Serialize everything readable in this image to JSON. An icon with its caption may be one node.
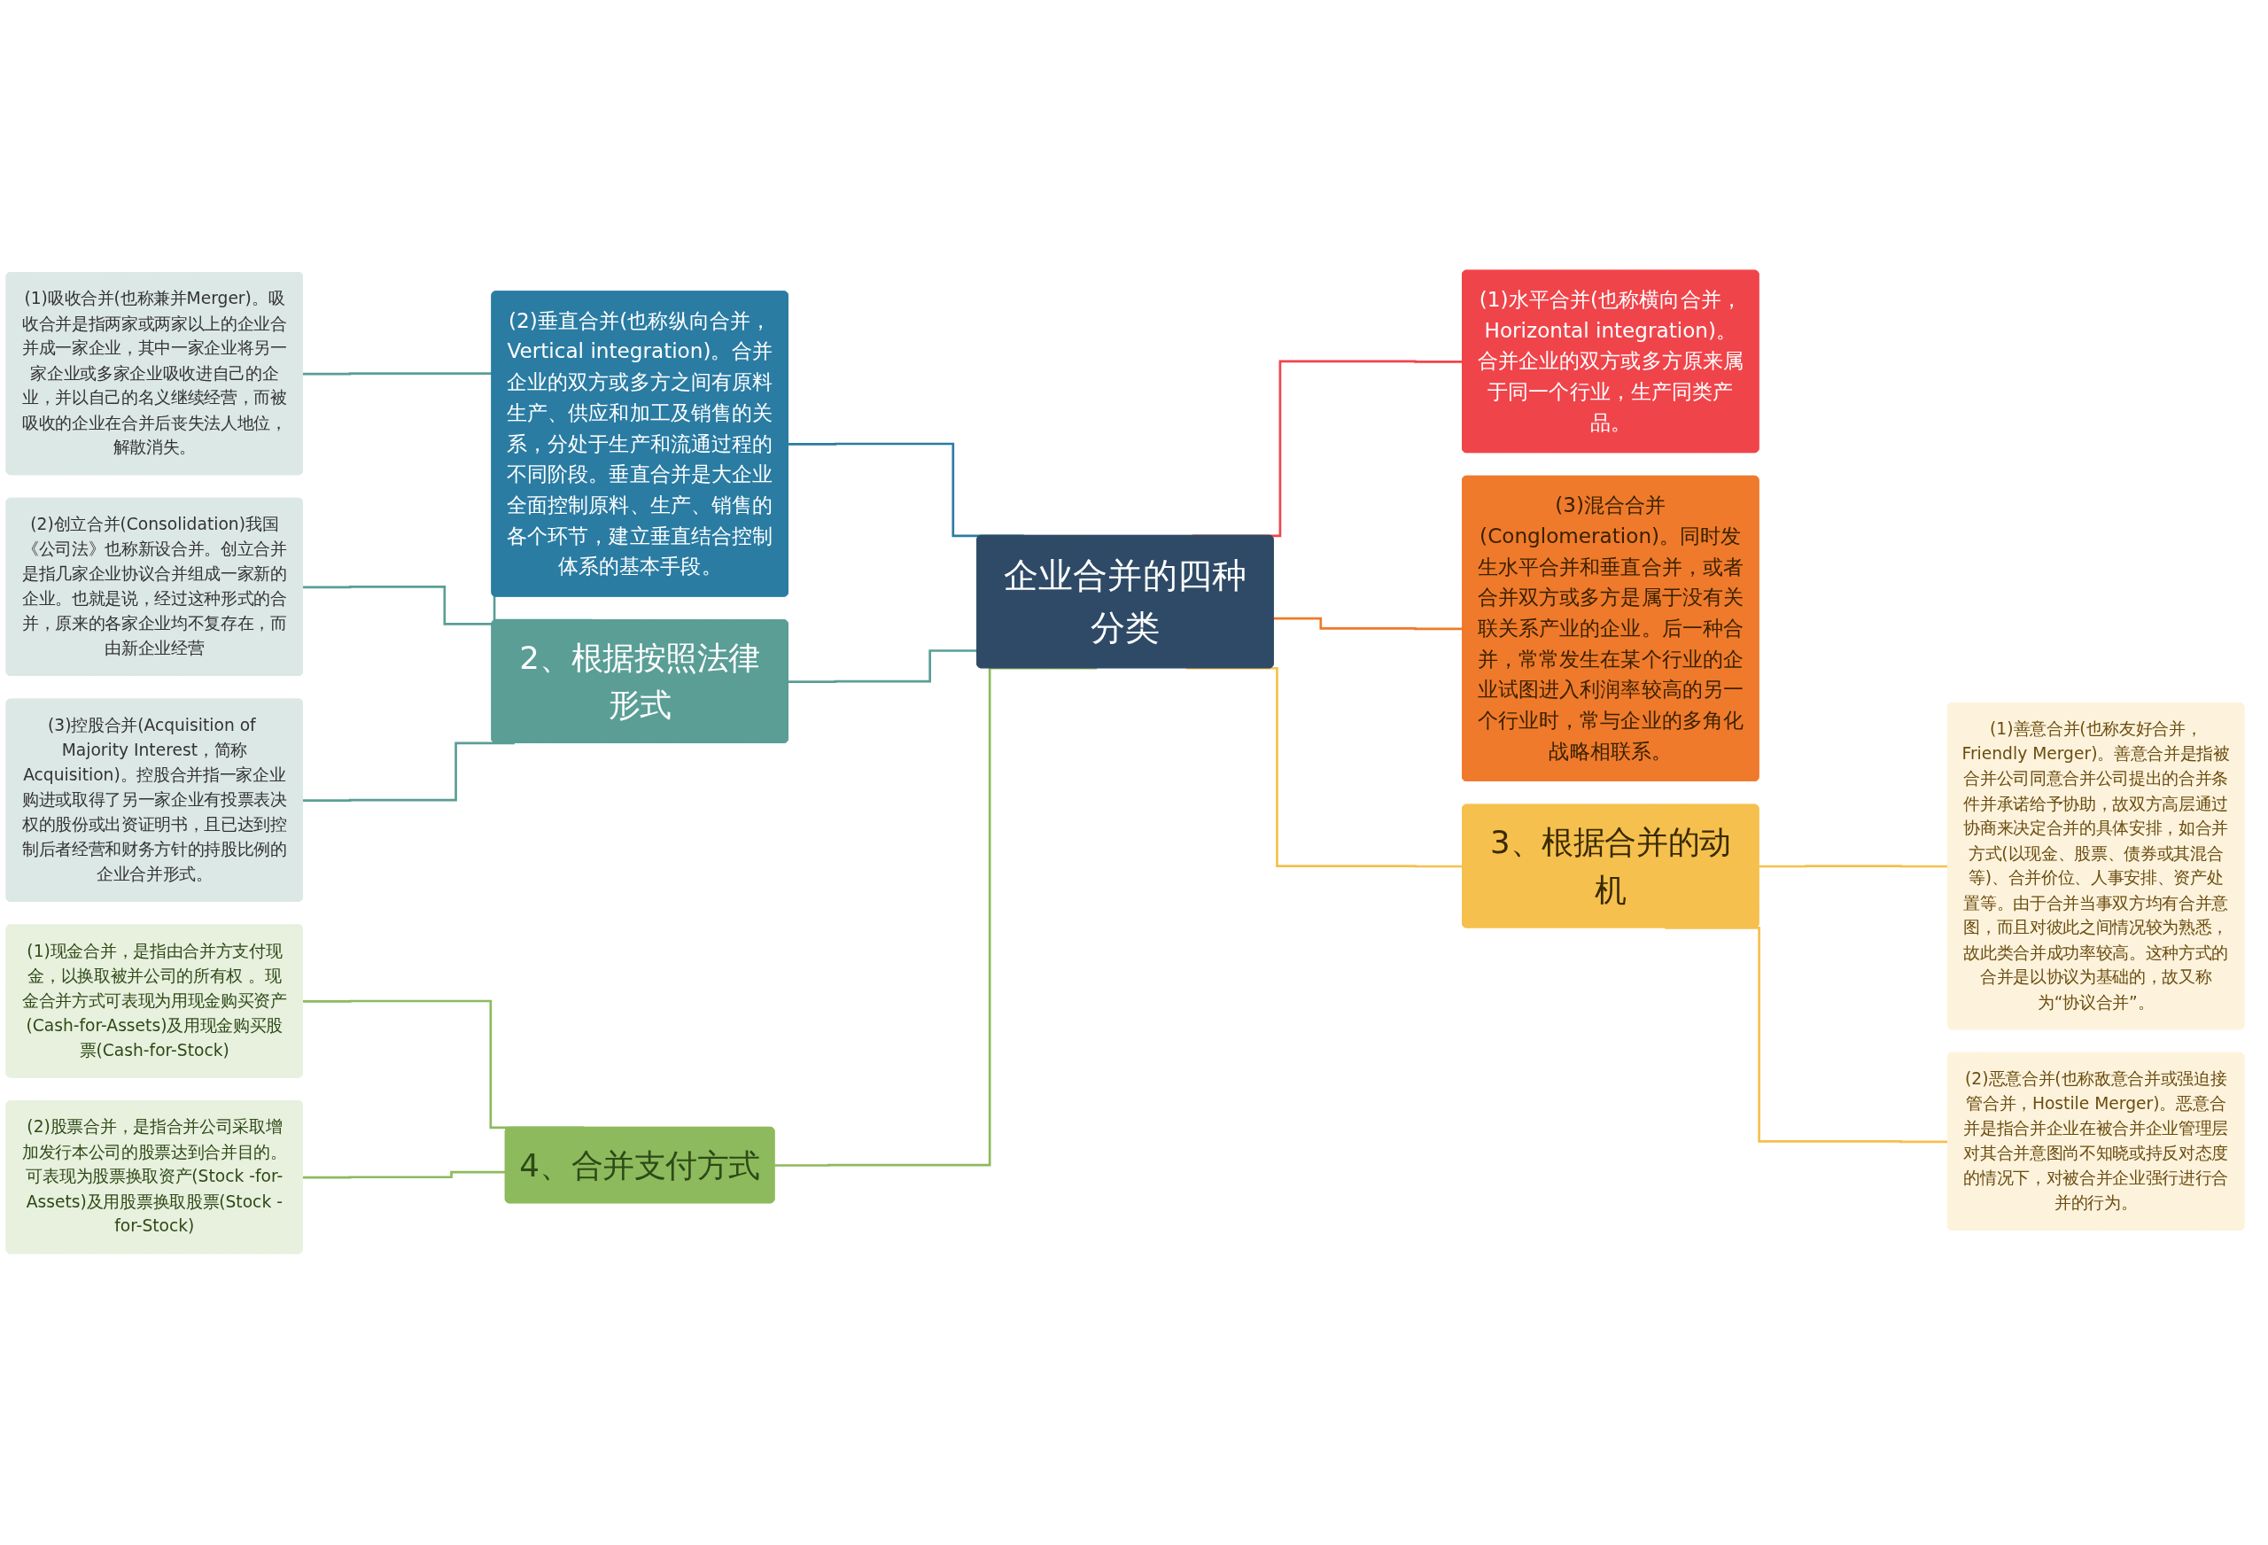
{
  "diagram": {
    "nodes": [
      {
        "text": [
          "企业合并的四种分类"
        ]
      },
      {
        "text": [
          "(2)垂直合并(也称纵向合并，Vertical integration)。合并企业的双方或多方之间有原料生产、供应和加工及销售的关系，分处于生产和流通过程的不同阶段。垂直合并是大企业全面控制原料、生产、销售的各个环节，建立垂直结合控制体系的基本手段。"
        ]
      },
      {
        "text": [
          "2、根据按照法律形式"
        ]
      },
      {
        "text": [
          "(1)吸收合并(也称兼并Merger)。吸收合并是指两家或两家以上的企业合并成一家企业，其中一家企业将另一家企业或多家企业吸收进自己的企业，并以自己的名义继续经营，而被吸收的企业在合并后丧失法人地位，解散消失。"
        ]
      },
      {
        "text": [
          "(2)创立合并(Consolidation)我国《公司法》也称新设合并。创立合并是指几家企业协议合并组成一家新的企业。也就是说，经过这种形式的合并，原来的各家企业均不复存在，而由新企业经营"
        ]
      },
      {
        "text": [
          "(3)控股合并(Acquisition of Majority Interest，简称Acquisition)。控股合并指一家企业购进或取得了另一家企业有投票表决权的股份或出资证明书，且已达到控制后者经营和财务方针的持股比例的企业合并形式。"
        ]
      },
      {
        "text": [
          "4、合并支付方式"
        ]
      },
      {
        "text": [
          "(1)现金合并，是指由合并方支付现金，以换取被并公司的所有权 。现金合并方式可表现为用现金购买资产(Cash-for-Assets)及用现金购买股票(Cash-for-Stock)"
        ]
      },
      {
        "text": [
          "(2)股票合并，是指合并公司采取增加发行本公司的股票达到合并目的。可表现为股票换取资产(Stock -for-Assets)及用股票换取股票(Stock -for-Stock)"
        ]
      },
      {
        "text": [
          "(1)水平合并(也称横向合并，Horizontal integration)。合并企业的双方或多方原来属于同一个行业，生产同类产品。"
        ]
      },
      {
        "text": [
          "(3)混合合并(Conglomeration)。同时发生水平合并和垂直合并，或者合并双方或多方是属于没有关联关系产业的企业。后一种合并，常常发生在某个行业的企业试图进入利润率较高的另一个行业时，常与企业的多角化战略相联系。"
        ]
      },
      {
        "text": [
          "3、根据合并的动机"
        ]
      },
      {
        "text": [
          "(1)善意合并(也称友好合并，Friendly Merger)。善意合并是指被合并公司同意合并公司提出的合并条件并承诺给予协助，故双方高层通过协商来决定合并的具体安排，如合并方式(以现金、股票、债券或其混合等)、合并价位、人事安排、资产处置等。由于合并当事双方均有合并意图，而且对彼此之间情况较为熟悉，故此类合并成功率较高。这种方式的合并是以协议为基础的，故又称为“协议合并”。"
        ]
      },
      {
        "text": [
          "(2)恶意合并(也称敌意合并或强迫接管合并，Hostile Merger)。恶意合并是指合并企业在被合并企业管理层对其合并意图尚不知晓或持反对态度的情况下，对被合并企业强行进行合并的行为。"
        ]
      }
    ],
    "edges": [
      {
        "from": 0,
        "to": 1,
        "arrow": "none",
        "color": "#2a7ca3"
      },
      {
        "from": 0,
        "to": 2,
        "arrow": "none",
        "color": "#5a9e96"
      },
      {
        "from": 2,
        "to": 3,
        "arrow": "none",
        "color": "#5a9e96"
      },
      {
        "from": 2,
        "to": 4,
        "arrow": "none",
        "color": "#5a9e96"
      },
      {
        "from": 2,
        "to": 5,
        "arrow": "none",
        "color": "#5a9e96"
      },
      {
        "from": 0,
        "to": 6,
        "arrow": "none",
        "color": "#8dba5d"
      },
      {
        "from": 6,
        "to": 7,
        "arrow": "none",
        "color": "#8dba5d"
      },
      {
        "from": 6,
        "to": 8,
        "arrow": "none",
        "color": "#8dba5d"
      },
      {
        "from": 0,
        "to": 9,
        "arrow": "none",
        "color": "#f0444b"
      },
      {
        "from": 0,
        "to": 10,
        "arrow": "none",
        "color": "#ef7a2b"
      },
      {
        "from": 0,
        "to": 11,
        "arrow": "none",
        "color": "#f5c04e"
      },
      {
        "from": 11,
        "to": 12,
        "arrow": "none",
        "color": "#f5c04e"
      },
      {
        "from": 11,
        "to": 13,
        "arrow": "none",
        "color": "#f5c04e"
      }
    ]
  }
}
